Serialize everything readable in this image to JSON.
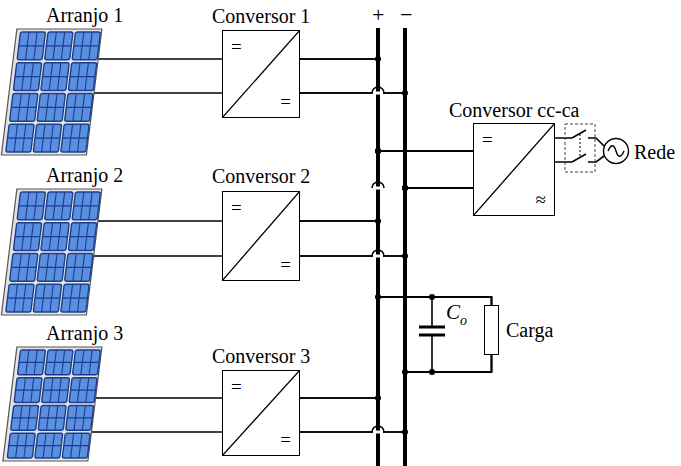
{
  "diagram": {
    "nodes": [
      {
        "text": [
          "Arranjo 1"
        ]
      },
      {
        "text": [
          "Conversor 1",
          "=",
          "="
        ]
      },
      {
        "text": [
          "Arranjo 2"
        ]
      },
      {
        "text": [
          "Conversor 2",
          "=",
          "="
        ]
      },
      {
        "text": [
          "Arranjo 3"
        ]
      },
      {
        "text": [
          "Conversor 3",
          "=",
          "="
        ]
      },
      {
        "text": [
          "Conversor cc-ca",
          "=",
          "≈"
        ]
      },
      {
        "text": [
          "Rede"
        ]
      },
      {
        "text": [
          "Carga"
        ]
      }
    ],
    "edges": [
      {
        "from": 0,
        "to": 1,
        "arrow": "none"
      },
      {
        "from": 2,
        "to": 3,
        "arrow": "none"
      },
      {
        "from": 4,
        "to": 5,
        "arrow": "none"
      },
      {
        "from": 1,
        "to": 6,
        "arrow": "none"
      },
      {
        "from": 3,
        "to": 6,
        "arrow": "none"
      },
      {
        "from": 5,
        "to": 6,
        "arrow": "none"
      },
      {
        "from": 1,
        "to": 8,
        "arrow": "none"
      },
      {
        "from": 3,
        "to": 8,
        "arrow": "none"
      },
      {
        "from": 5,
        "to": 8,
        "arrow": "none"
      },
      {
        "from": 6,
        "to": 7,
        "arrow": "none"
      }
    ],
    "labels": [
      "+",
      "−",
      "C",
      "o"
    ]
  }
}
